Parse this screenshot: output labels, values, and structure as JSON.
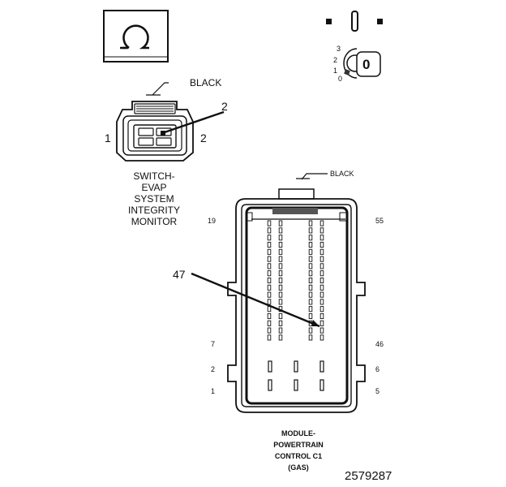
{
  "ohm_symbol": "Ω",
  "ignition": {
    "positions": [
      "3",
      "2",
      "1",
      "0"
    ],
    "key_label": "0"
  },
  "switch_connector": {
    "color_label": "BLACK",
    "pin_callout": "2",
    "left_pin": "1",
    "right_pin": "2",
    "title_lines": [
      "SWITCH-",
      "EVAP",
      "SYSTEM",
      "INTEGRITY",
      "MONITOR"
    ]
  },
  "pcm_connector": {
    "color_label": "BLACK",
    "pin_callout": "47",
    "pin_numbers": {
      "left_top": "19",
      "right_top": "55",
      "left_mid": "7",
      "right_mid": "46",
      "left_2": "2",
      "right_2": "6",
      "left_1": "1",
      "right_1": "5"
    },
    "title_lines": [
      "MODULE-",
      "POWERTRAIN",
      "CONTROL C1",
      "(GAS)"
    ]
  },
  "figure_number": "2579287"
}
